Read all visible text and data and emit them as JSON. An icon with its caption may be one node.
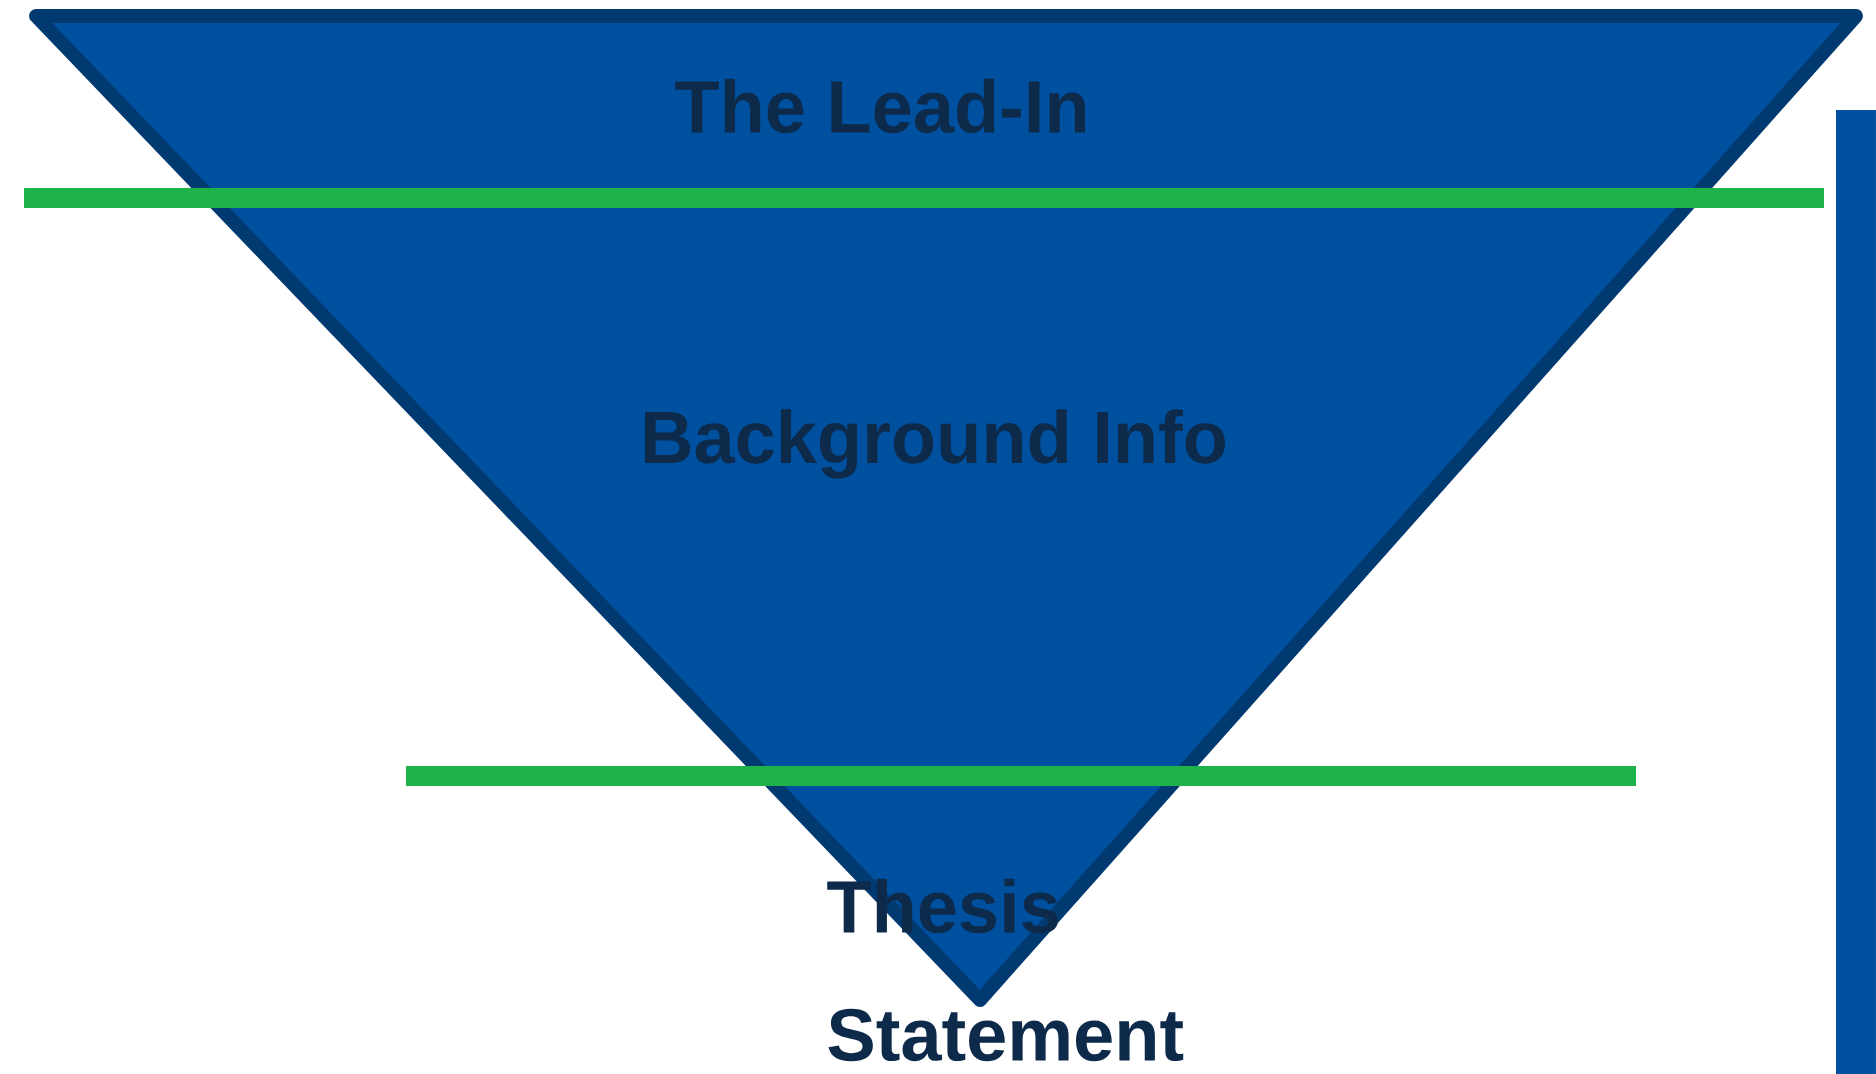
{
  "diagram": {
    "nodes": [
      {
        "text": [
          "The Lead-In",
          "Background Info",
          "Thesis Statement"
        ]
      },
      {
        "text": [],
        "shape": "bar"
      }
    ]
  }
}
